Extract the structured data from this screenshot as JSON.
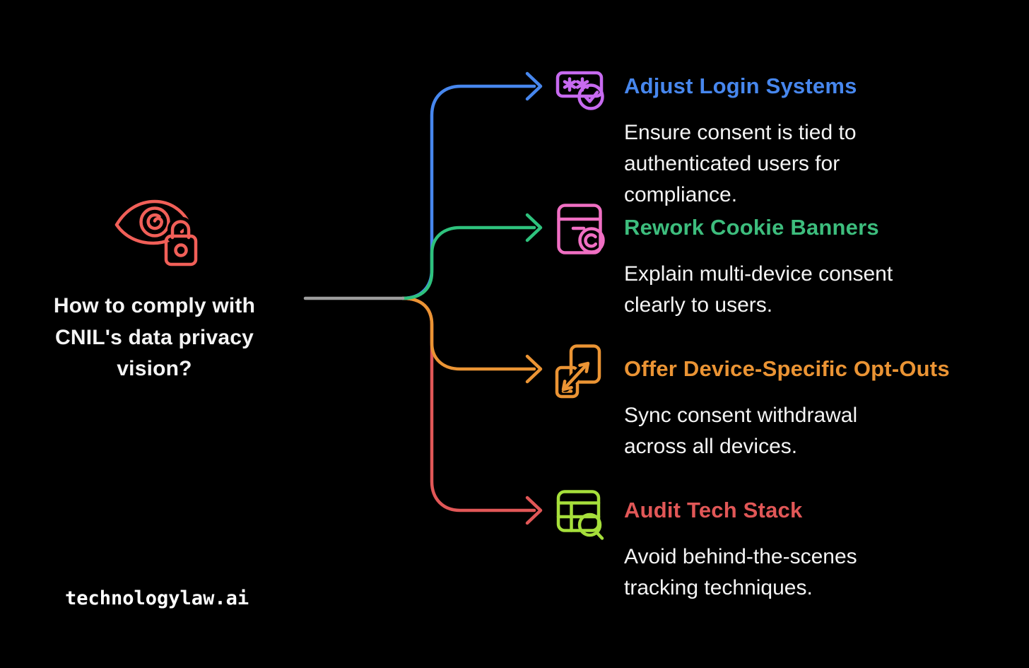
{
  "meta": {
    "bg": "#000000"
  },
  "colors": {
    "bg": "#000000",
    "blue": "#4787ee",
    "green_title": "#3dbd7d",
    "green_line": "#2ec27d",
    "orange": "#eb9434",
    "red": "#e15757",
    "purple": "#c76af0",
    "pink": "#f06fc3",
    "lime": "#a6df3b",
    "coral": "#f15f58",
    "gray": "#9d9d9d",
    "text": "#f4f4f4"
  },
  "root": {
    "icon": "eye-lock-icon",
    "question_lines": [
      "How to comply with",
      "CNIL's data privacy",
      "vision?"
    ]
  },
  "branches": [
    {
      "title": "Adjust Login Systems",
      "icon": "password-check-icon",
      "lines": [
        "Ensure consent is tied to",
        "authenticated users for",
        "compliance."
      ]
    },
    {
      "title": "Rework Cookie Banners",
      "icon": "cookie-banner-icon",
      "lines": [
        "Explain multi-device consent",
        "clearly to users."
      ]
    },
    {
      "title": "Offer Device-Specific Opt-Outs",
      "icon": "device-sync-icon",
      "lines": [
        "Sync consent withdrawal",
        "across all devices."
      ]
    },
    {
      "title": "Audit Tech Stack",
      "icon": "table-search-icon",
      "lines": [
        "Avoid behind-the-scenes",
        "tracking techniques."
      ]
    }
  ],
  "footer": {
    "brand": "technologylaw.ai"
  }
}
